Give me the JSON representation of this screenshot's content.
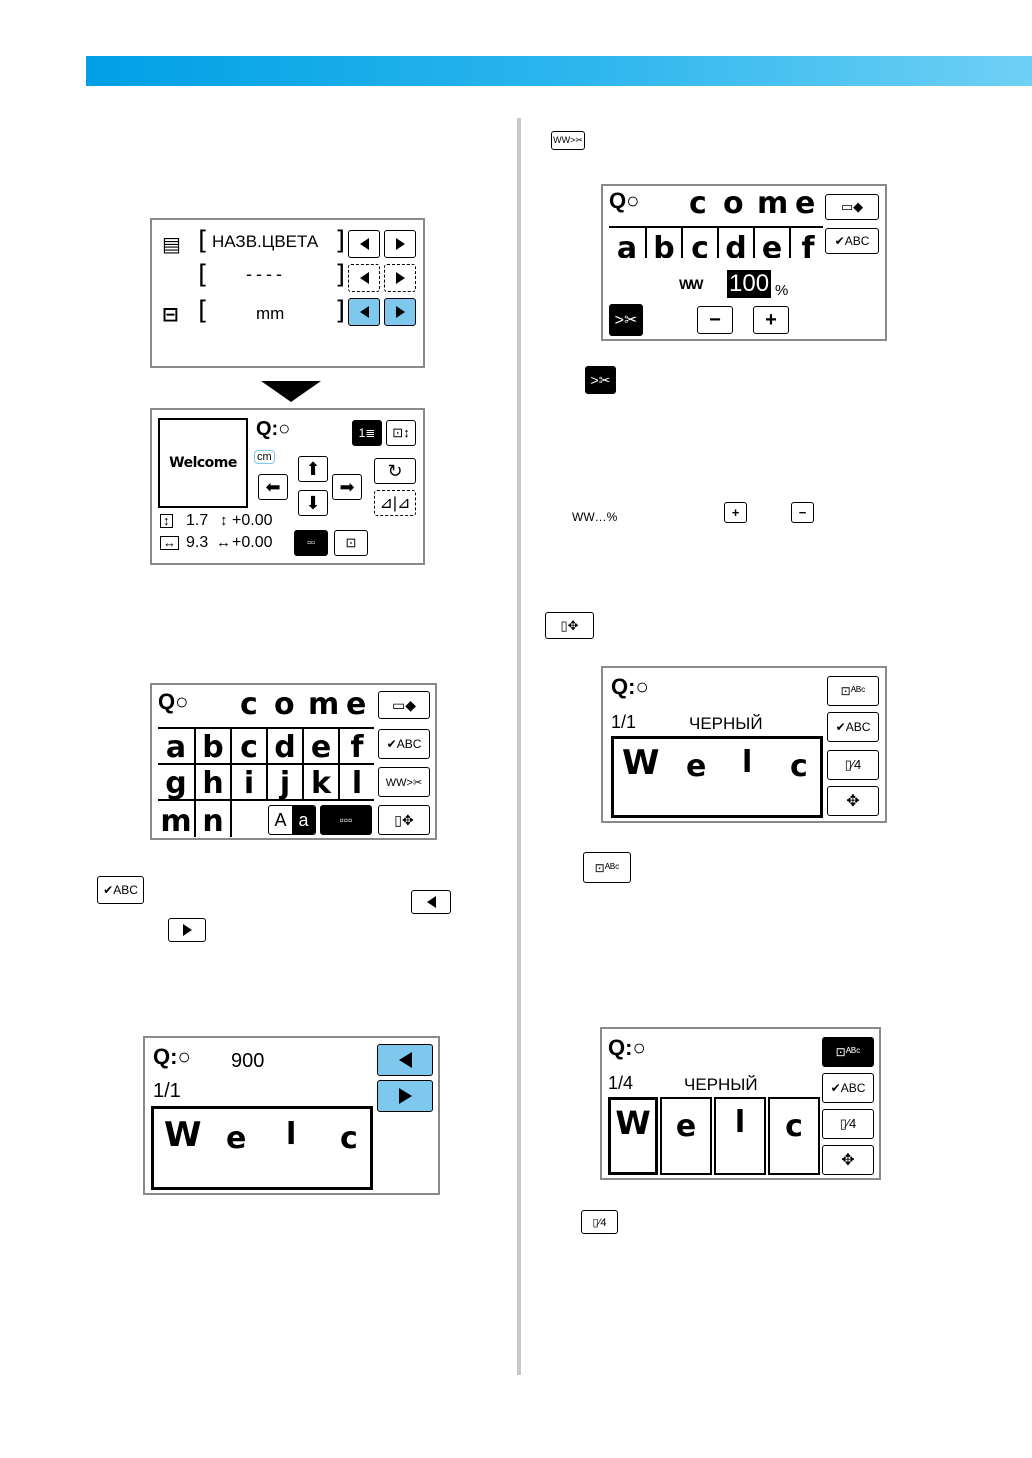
{
  "screen_color": {
    "label_color_name": "НАЗВ.ЦВЕТА",
    "dashes": "----",
    "unit": "mm"
  },
  "screen_edit": {
    "preview_text": "Welcome",
    "unit": "cm",
    "height_val": "1.7",
    "height_offset": "+0.00",
    "width_val": "9.3",
    "width_offset": "+0.00"
  },
  "screen_keyboard_left": {
    "row0": [
      "c",
      "o",
      "m",
      "e"
    ],
    "row1": [
      "a",
      "b",
      "c",
      "d",
      "e",
      "f"
    ],
    "row2": [
      "g",
      "h",
      "i",
      "j",
      "k",
      "l"
    ],
    "row3": [
      "m",
      "n"
    ],
    "case_upper": "A",
    "case_lower": "a",
    "abc_key": "ABC"
  },
  "inline_abc_icon": "ABC",
  "screen_check": {
    "count": "900",
    "page": "1/1",
    "letters": [
      "W",
      "e",
      "l",
      "c"
    ]
  },
  "screen_density": {
    "row0": [
      "c",
      "o",
      "m",
      "e"
    ],
    "row1": [
      "a",
      "b",
      "c",
      "d",
      "e",
      "f"
    ],
    "abc_key": "ABC",
    "percent_value": "100",
    "percent_sign": "%",
    "minus": "−",
    "plus": "+"
  },
  "inline_density": {
    "symbol": "WW…%",
    "plus": "+",
    "minus": "−"
  },
  "screen_color_single": {
    "page": "1/1",
    "color": "ЧЕРНЫЙ",
    "letters": [
      "W",
      "e",
      "l",
      "c"
    ],
    "abc_key": "ABC"
  },
  "screen_color_multi": {
    "page": "1/4",
    "color": "ЧЕРНЫЙ",
    "letters": [
      "W",
      "e",
      "l",
      "c"
    ],
    "abc_key": "ABC"
  },
  "icons": {
    "spool": "spool-icon",
    "arrow_left": "arrow-left-icon",
    "arrow_right": "arrow-right-icon",
    "scissors": "scissors-icon",
    "move": "move-icon"
  }
}
